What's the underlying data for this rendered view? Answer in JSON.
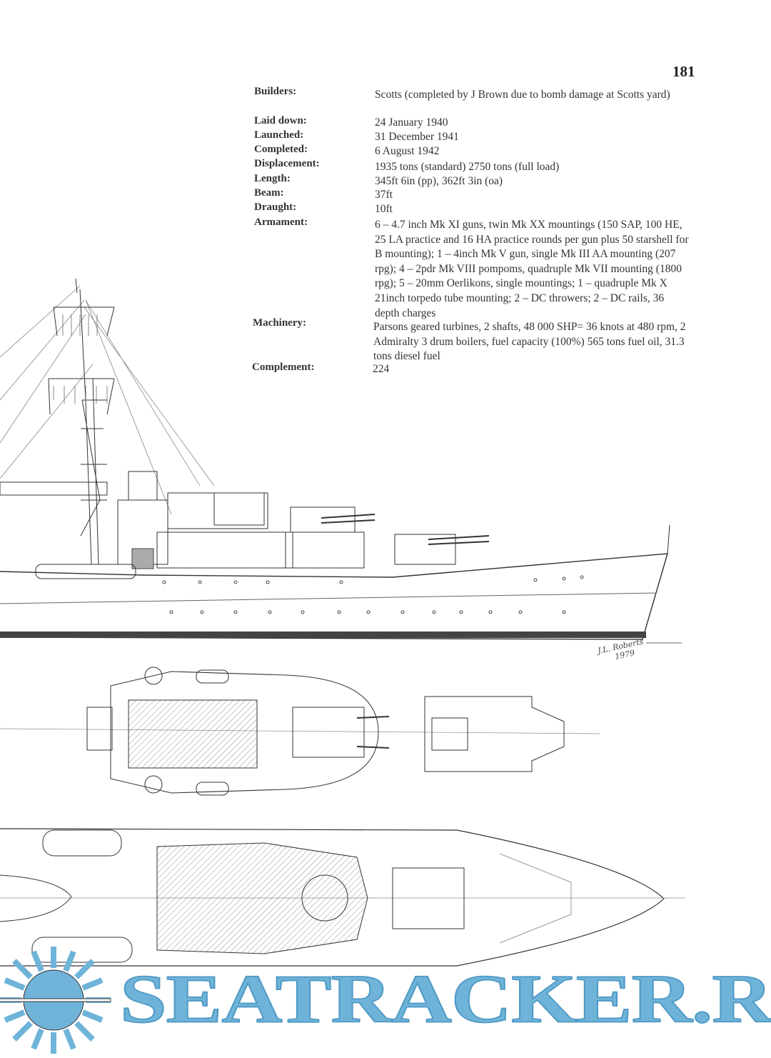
{
  "page_number": "181",
  "specs": [
    {
      "label": "Builders:",
      "value": "Scotts (completed by J Brown due to bomb damage at Scotts yard)"
    },
    {
      "label": "Laid down:",
      "value": "24 January 1940"
    },
    {
      "label": "Launched:",
      "value": "31 December 1941"
    },
    {
      "label": "Completed:",
      "value": "6 August 1942"
    },
    {
      "label": "Displacement:",
      "value": "1935 tons (standard) 2750 tons (full load)"
    },
    {
      "label": "Length:",
      "value": "345ft 6in (pp), 362ft 3in (oa)"
    },
    {
      "label": "Beam:",
      "value": "37ft"
    },
    {
      "label": "Draught:",
      "value": "10ft"
    },
    {
      "label": "Armament:",
      "value": "6 – 4.7 inch Mk XI guns, twin Mk XX mountings (150 SAP, 100 HE, 25 LA practice and 16 HA practice rounds per gun plus 50 starshell for B mounting); 1 – 4inch Mk V gun, single Mk III AA mounting (207 rpg); 4 – 2pdr Mk VIII pompoms, quadruple Mk VII mounting (1800 rpg); 5 – 20mm Oerlikons, single mountings; 1 – quadruple Mk X 21inch torpedo tube mounting; 2 – DC throwers; 2 – DC rails, 36 depth charges"
    },
    {
      "label": "Machinery:",
      "value": "Parsons geared turbines, 2 shafts, 48 000 SHP= 36 knots at 480 rpm, 2 Admiralty 3 drum boilers, fuel capacity (100%) 565 tons fuel oil, 31.3 tons diesel fuel"
    },
    {
      "label": "Complement:",
      "value": "224"
    }
  ],
  "signature": {
    "name": "J.L. Roberts",
    "year": "1979"
  },
  "watermark": "SEATRACKER.RU",
  "colors": {
    "watermark": "#6fb3d9",
    "ink": "#333333"
  }
}
